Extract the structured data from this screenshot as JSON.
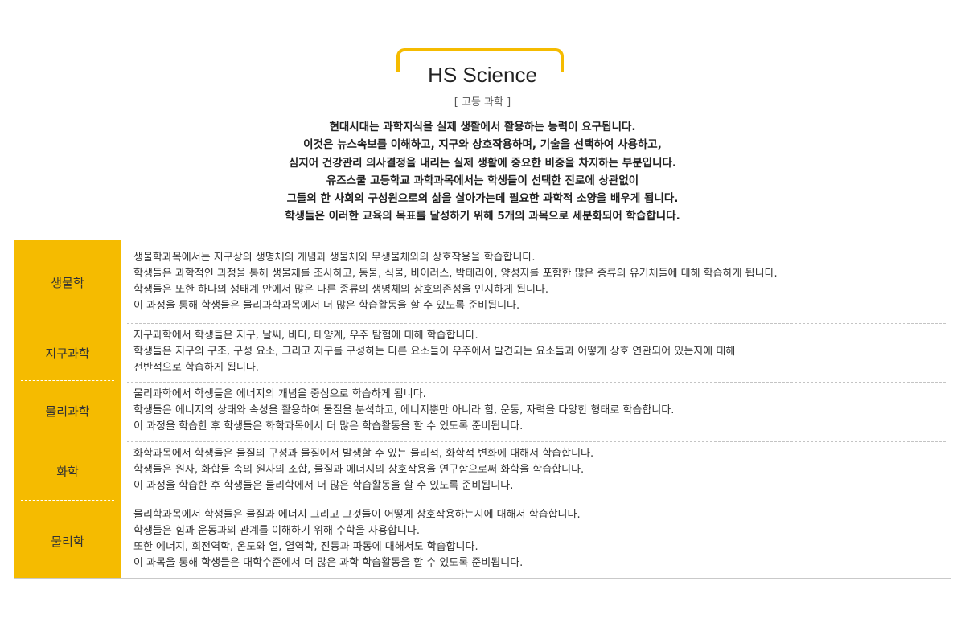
{
  "header": {
    "title": "HS Science",
    "subtitle": "[ 고등 과학 ]"
  },
  "intro": {
    "lines": [
      "현대시대는 과학지식을 실제 생활에서 활용하는 능력이 요구됩니다.",
      "이것은 뉴스속보를 이해하고, 지구와 상호작용하며, 기술을 선택하여 사용하고,",
      "심지어 건강관리 의사결정을 내리는 실제 생활에 중요한 비중을 차지하는 부분입니다.",
      "유즈스쿨 고등학교 과학과목에서는 학생들이 선택한 진로에 상관없이",
      "그들의 한 사회의 구성원으로의 삶을 살아가는데 필요한 과학적 소양을 배우게 됩니다.",
      "학생들은 이러한 교육의 목표를 달성하기 위해 5개의 과목으로 세분화되어 학습합니다."
    ]
  },
  "colors": {
    "accent": "#f5bb00",
    "border": "#c9c9c9",
    "text": "#333333"
  },
  "subjects": [
    {
      "name": "생물학",
      "lines": [
        "생물학과목에서는 지구상의 생명체의 개념과 생물체와 무생물체와의 상호작용을 학습합니다.",
        "학생들은 과학적인 과정을 통해 생물체를 조사하고, 동물, 식물, 바이러스, 박테리아, 양성자를 포함한 많은 종류의 유기체들에 대해 학습하게 됩니다.",
        "학생들은 또한 하나의 생태계 안에서 많은 다른 종류의 생명체의 상호의존성을 인지하게 됩니다.",
        "이 과정을 통해 학생들은 물리과학과목에서 더 많은 학습활동을 할 수 있도록 준비됩니다."
      ]
    },
    {
      "name": "지구과학",
      "lines": [
        "지구과학에서 학생들은 지구, 날씨, 바다, 태양계, 우주 탐험에 대해 학습합니다.",
        "학생들은 지구의 구조, 구성 요소, 그리고 지구를 구성하는 다른 요소들이 우주에서 발견되는 요소들과 어떻게 상호 연관되어 있는지에 대해",
        "전반적으로 학습하게 됩니다."
      ]
    },
    {
      "name": "물리과학",
      "lines": [
        "물리과학에서 학생들은 에너지의 개념을 중심으로 학습하게 됩니다.",
        "학생들은 에너지의 상태와 속성을 활용하여 물질을 분석하고, 에너지뿐만 아니라 힘, 운동, 자력을 다양한 형태로 학습합니다.",
        "이 과정을 학습한 후 학생들은 화학과목에서 더 많은 학습활동을 할 수 있도록 준비됩니다."
      ]
    },
    {
      "name": "화학",
      "lines": [
        "화학과목에서 학생들은 물질의 구성과 물질에서 발생할 수 있는 물리적, 화학적 변화에 대해서 학습합니다.",
        "학생들은 원자, 화합물 속의 원자의 조합, 물질과 에너지의 상호작용을 연구함으로써 화학을 학습합니다.",
        "이 과정을 학습한 후 학생들은 물리학에서 더 많은 학습활동을 할 수 있도록 준비됩니다."
      ]
    },
    {
      "name": "물리학",
      "lines": [
        "물리학과목에서 학생들은 물질과 에너지 그리고 그것들이 어떻게 상호작용하는지에 대해서 학습합니다.",
        "학생들은 힘과 운동과의 관계를 이해하기 위해 수학을 사용합니다.",
        "또한 에너지, 회전역학, 온도와 열, 열역학, 진동과 파동에 대해서도 학습합니다.",
        "이 과목을 통해 학생들은 대학수준에서 더 많은 과학 학습활동을 할 수 있도록 준비됩니다."
      ]
    }
  ]
}
